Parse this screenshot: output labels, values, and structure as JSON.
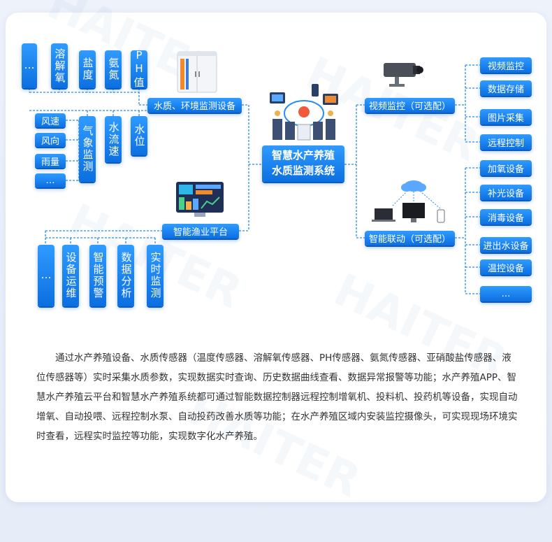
{
  "center": {
    "line1": "智慧水产养殖",
    "line2": "水质监测系统"
  },
  "water_env": {
    "label": "水质、环境监测设备",
    "top": [
      "…",
      "溶解氧",
      "盐度",
      "氨氮",
      "PH值"
    ],
    "weather_label": "气象监测",
    "weather_items": [
      "风速",
      "风向",
      "雨量",
      "…"
    ],
    "flow": "水流速",
    "level": "水位"
  },
  "fishery": {
    "label": "智能渔业平台",
    "items": [
      "…",
      "设备运维",
      "智能预警",
      "数据分析",
      "实时监测"
    ]
  },
  "video": {
    "label": "视频监控（可选配）",
    "items": [
      "视频监控",
      "数据存储",
      "图片采集",
      "远程控制"
    ]
  },
  "linkage": {
    "label": "智能联动（可选配）",
    "items": [
      "加氧设备",
      "补光设备",
      "消毒设备",
      "进出水设备",
      "温控设备",
      "…"
    ]
  },
  "description": "通过水产养殖设备、水质传感器（温度传感器、溶解氧传感器、PH传感器、氨氮传感器、亚硝酸盐传感器、液位传感器等）实时采集水质参数，实现数据实时查询、历史数据曲线查看、数据异常报警等功能；水产养殖APP、智慧水产养殖云平台和智慧水产养殖系统都可通过智能数据控制器远程控制增氧机、投料机、投药机等设备，实现自动增氧、自动投喂、远程控制水泵、自动投药改善水质等功能；在水产养殖区域内安装监控摄像头，可实现现场环境实时查看，远程实时监控等功能，实现数字化水产养殖。",
  "colors": {
    "box": "#1a82f0",
    "line": "#2a8cf0",
    "text": "#333333"
  }
}
